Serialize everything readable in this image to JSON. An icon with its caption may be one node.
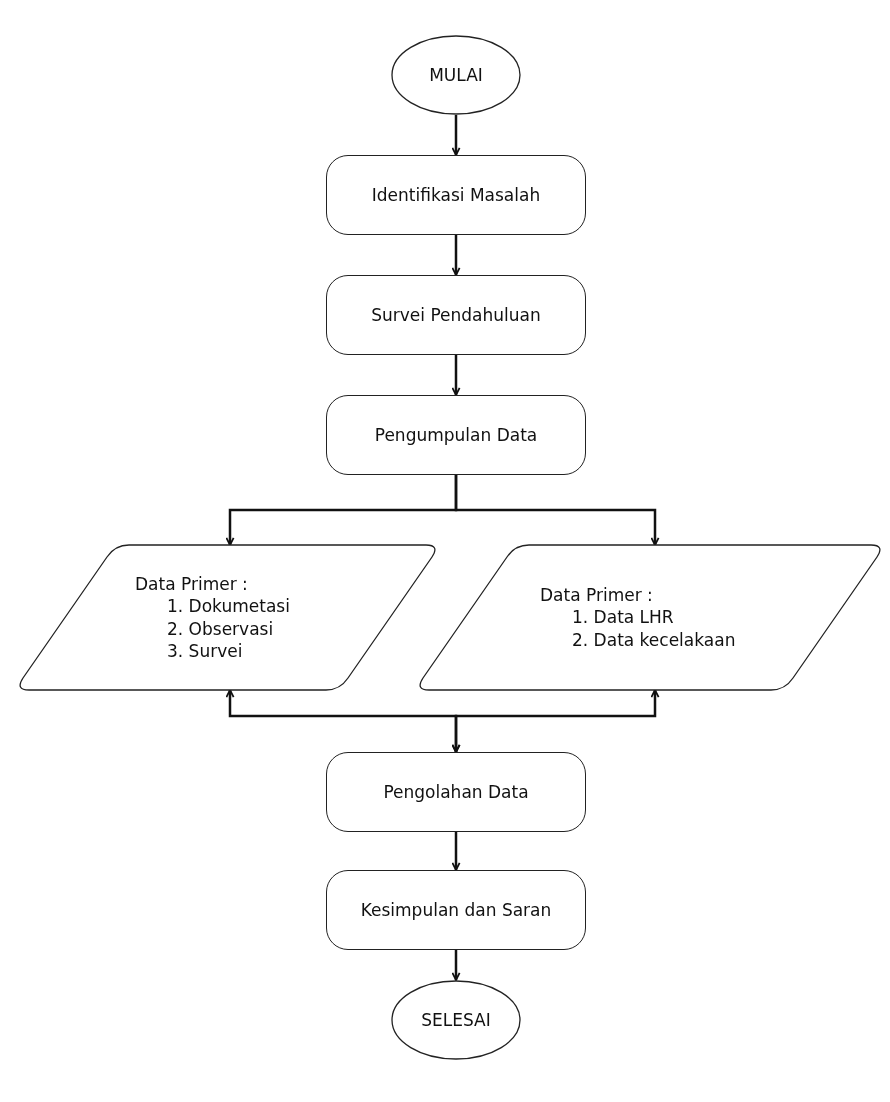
{
  "diagram": {
    "nodes": [
      {
        "text": [
          "MULAI"
        ]
      },
      {
        "text": [
          "Identifikasi Masalah"
        ]
      },
      {
        "text": [
          "Survei Pendahuluan"
        ]
      },
      {
        "text": [
          "Pengumpulan Data"
        ]
      },
      {
        "text": [
          "Data Primer :",
          "1. Dokumetasi",
          "2. Observasi",
          "3. Survei"
        ]
      },
      {
        "text": [
          "Data Primer :",
          "1. Data LHR",
          "2. Data kecelakaan"
        ]
      },
      {
        "text": [
          "Pengolahan Data"
        ]
      },
      {
        "text": [
          "Kesimpulan dan Saran"
        ]
      },
      {
        "text": [
          "SELESAI"
        ]
      }
    ],
    "edges": [
      {
        "from": 0,
        "to": 1,
        "arrow": "to"
      },
      {
        "from": 1,
        "to": 2,
        "arrow": "to"
      },
      {
        "from": 2,
        "to": 3,
        "arrow": "to"
      },
      {
        "from": 3,
        "to": 4,
        "arrow": "to"
      },
      {
        "from": 3,
        "to": 5,
        "arrow": "to"
      },
      {
        "from": 4,
        "to": 6,
        "arrow": "both"
      },
      {
        "from": 5,
        "to": 6,
        "arrow": "both"
      },
      {
        "from": 6,
        "to": 7,
        "arrow": "to"
      },
      {
        "from": 7,
        "to": 8,
        "arrow": "to"
      }
    ]
  }
}
